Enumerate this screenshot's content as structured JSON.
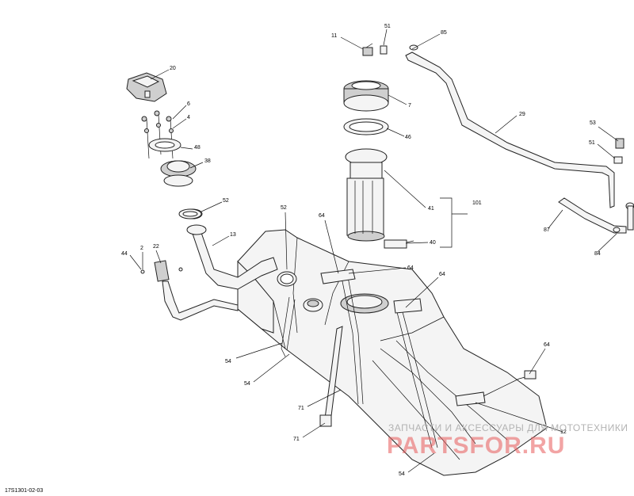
{
  "diagram": {
    "drawing_code": "17S1301-02-03",
    "callouts": [
      "11",
      "51",
      "85",
      "20",
      "6",
      "4",
      "7",
      "48",
      "29",
      "46",
      "38",
      "53",
      "51",
      "52",
      "41",
      "101",
      "13",
      "52",
      "64",
      "40",
      "87",
      "84",
      "44",
      "2",
      "22",
      "64",
      "64",
      "54",
      "54",
      "71",
      "71",
      "64",
      "12",
      "54"
    ]
  },
  "watermark": {
    "line1": "ЗАПЧАСТИ И АКСЕССУАРЫ ДЛЯ МОТОТЕХНИКИ",
    "line2": "PARTSFOR.RU"
  }
}
